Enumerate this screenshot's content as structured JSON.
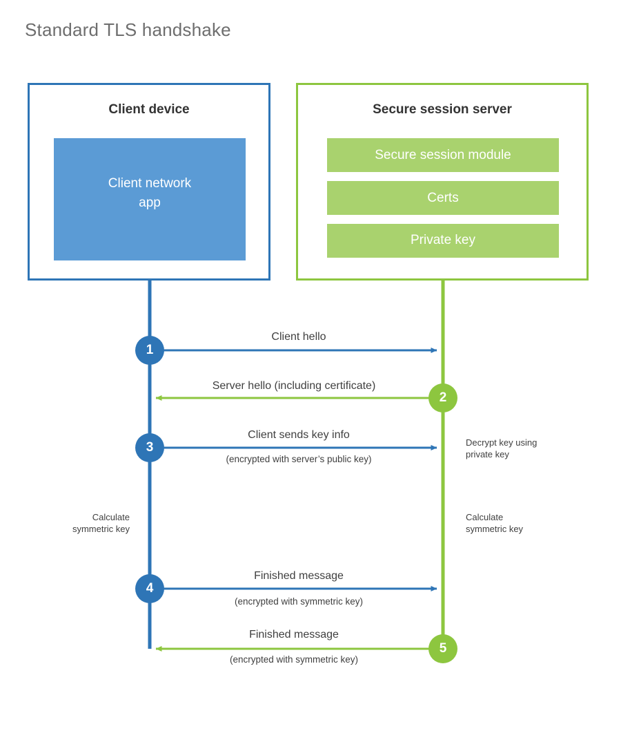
{
  "title": "Standard TLS handshake",
  "colors": {
    "client_border": "#2E75B6",
    "client_fill": "#5B9BD5",
    "server_border": "#8DC63F",
    "server_fill": "#A9D26E",
    "text_dark": "#3f3f3f",
    "title_gray": "#6e6e6e",
    "background": "#ffffff"
  },
  "client_panel": {
    "title": "Client device",
    "app_label_line1": "Client network",
    "app_label_line2": "app"
  },
  "server_panel": {
    "title": "Secure session server",
    "items": [
      {
        "label": "Secure session module"
      },
      {
        "label": "Certs"
      },
      {
        "label": "Private key"
      }
    ]
  },
  "steps": [
    {
      "number": "1",
      "main": "Client hello",
      "sub": "",
      "direction": "client-to-server",
      "color": "#2E75B6"
    },
    {
      "number": "2",
      "main": "Server hello (including certificate)",
      "sub": "",
      "direction": "server-to-client",
      "color": "#8DC63F"
    },
    {
      "number": "3",
      "main": "Client sends key info",
      "sub": "(encrypted with server’s public key)",
      "direction": "client-to-server",
      "color": "#2E75B6"
    },
    {
      "number": "4",
      "main": "Finished message",
      "sub": "(encrypted with symmetric key)",
      "direction": "client-to-server",
      "color": "#2E75B6"
    },
    {
      "number": "5",
      "main": "Finished message",
      "sub": "(encrypted with symmetric key)",
      "direction": "server-to-client",
      "color": "#8DC63F"
    }
  ],
  "notes": {
    "decrypt_key": "Decrypt key using\nprivate key",
    "decrypt_key_line1": "Decrypt key using",
    "decrypt_key_line2": "private key",
    "client_calculate_line1": "Calculate",
    "client_calculate_line2": "symmetric key",
    "server_calculate_line1": "Calculate",
    "server_calculate_line2": "symmetric key"
  }
}
